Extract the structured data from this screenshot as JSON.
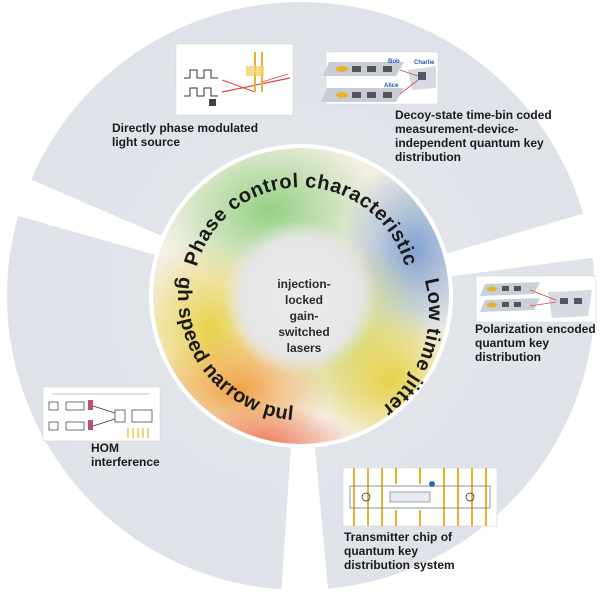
{
  "center": {
    "lines": [
      "injection-",
      "locked",
      "gain-",
      "switched",
      "lasers"
    ]
  },
  "ring": {
    "phase": "Phase control characteristic",
    "jitter": "Low time jitter",
    "pulse": "High speed narrow pulse"
  },
  "applications": {
    "phase_modulated": "Directly phase modulated light source",
    "mdi_qkd": "Decoy-state time-bin coded measurement-device-independent quantum key distribution",
    "polarization": "Polarization encoded quantum key distribution",
    "chip": "Transmitter chip of quantum key distribution system",
    "hom": "HOM interference"
  },
  "thumb_text": {
    "bob": "Bob",
    "charlie": "Charlie",
    "alice": "Alice"
  }
}
